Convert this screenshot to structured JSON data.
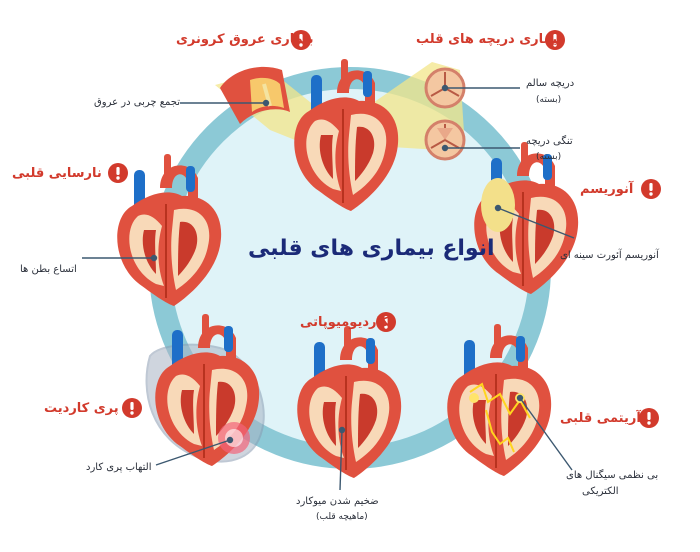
{
  "title": "انواع بیماری های قلبی",
  "diseases": {
    "coronary": {
      "name": "بیماری عروق کرونری",
      "note": "تجمع چربی در عروق"
    },
    "valve": {
      "name": "بیماری دریچه های قلب",
      "note_healthy": "دریچه سالم",
      "note_healthy_sub": "(بسته)",
      "note_stenosis": "تنگی دریچه",
      "note_stenosis_sub": "(بسته)"
    },
    "heart_failure": {
      "name": "نارسایی قلبی",
      "note": "اتساع بطن ها"
    },
    "aneurysm": {
      "name": "آنوریسم",
      "note": "آنوریسم آئورت سینه ای"
    },
    "cardiomyopathy": {
      "name": "کاردیومیوپاتی",
      "note": "ضخیم شدن میوکارد",
      "note_sub": "(ماهیچه قلب)"
    },
    "pericarditis": {
      "name": "پری کاردیت",
      "note": "التهاب پری کارد"
    },
    "arrhythmia": {
      "name": "آریتمی قلبی",
      "note": "بی نظمی سیگنال های",
      "note_sub": "الکتریکی"
    }
  },
  "colors": {
    "ring": "#8cc9d6",
    "disc": "#dff3f8",
    "accent_red": "#d23a2c",
    "title": "#1b2a78",
    "heart": "#e0513f",
    "vessel_blue": "#1e6fc8"
  },
  "icons": [
    "alert-icon",
    "heart-icon",
    "valve-icon",
    "artery-icon"
  ]
}
